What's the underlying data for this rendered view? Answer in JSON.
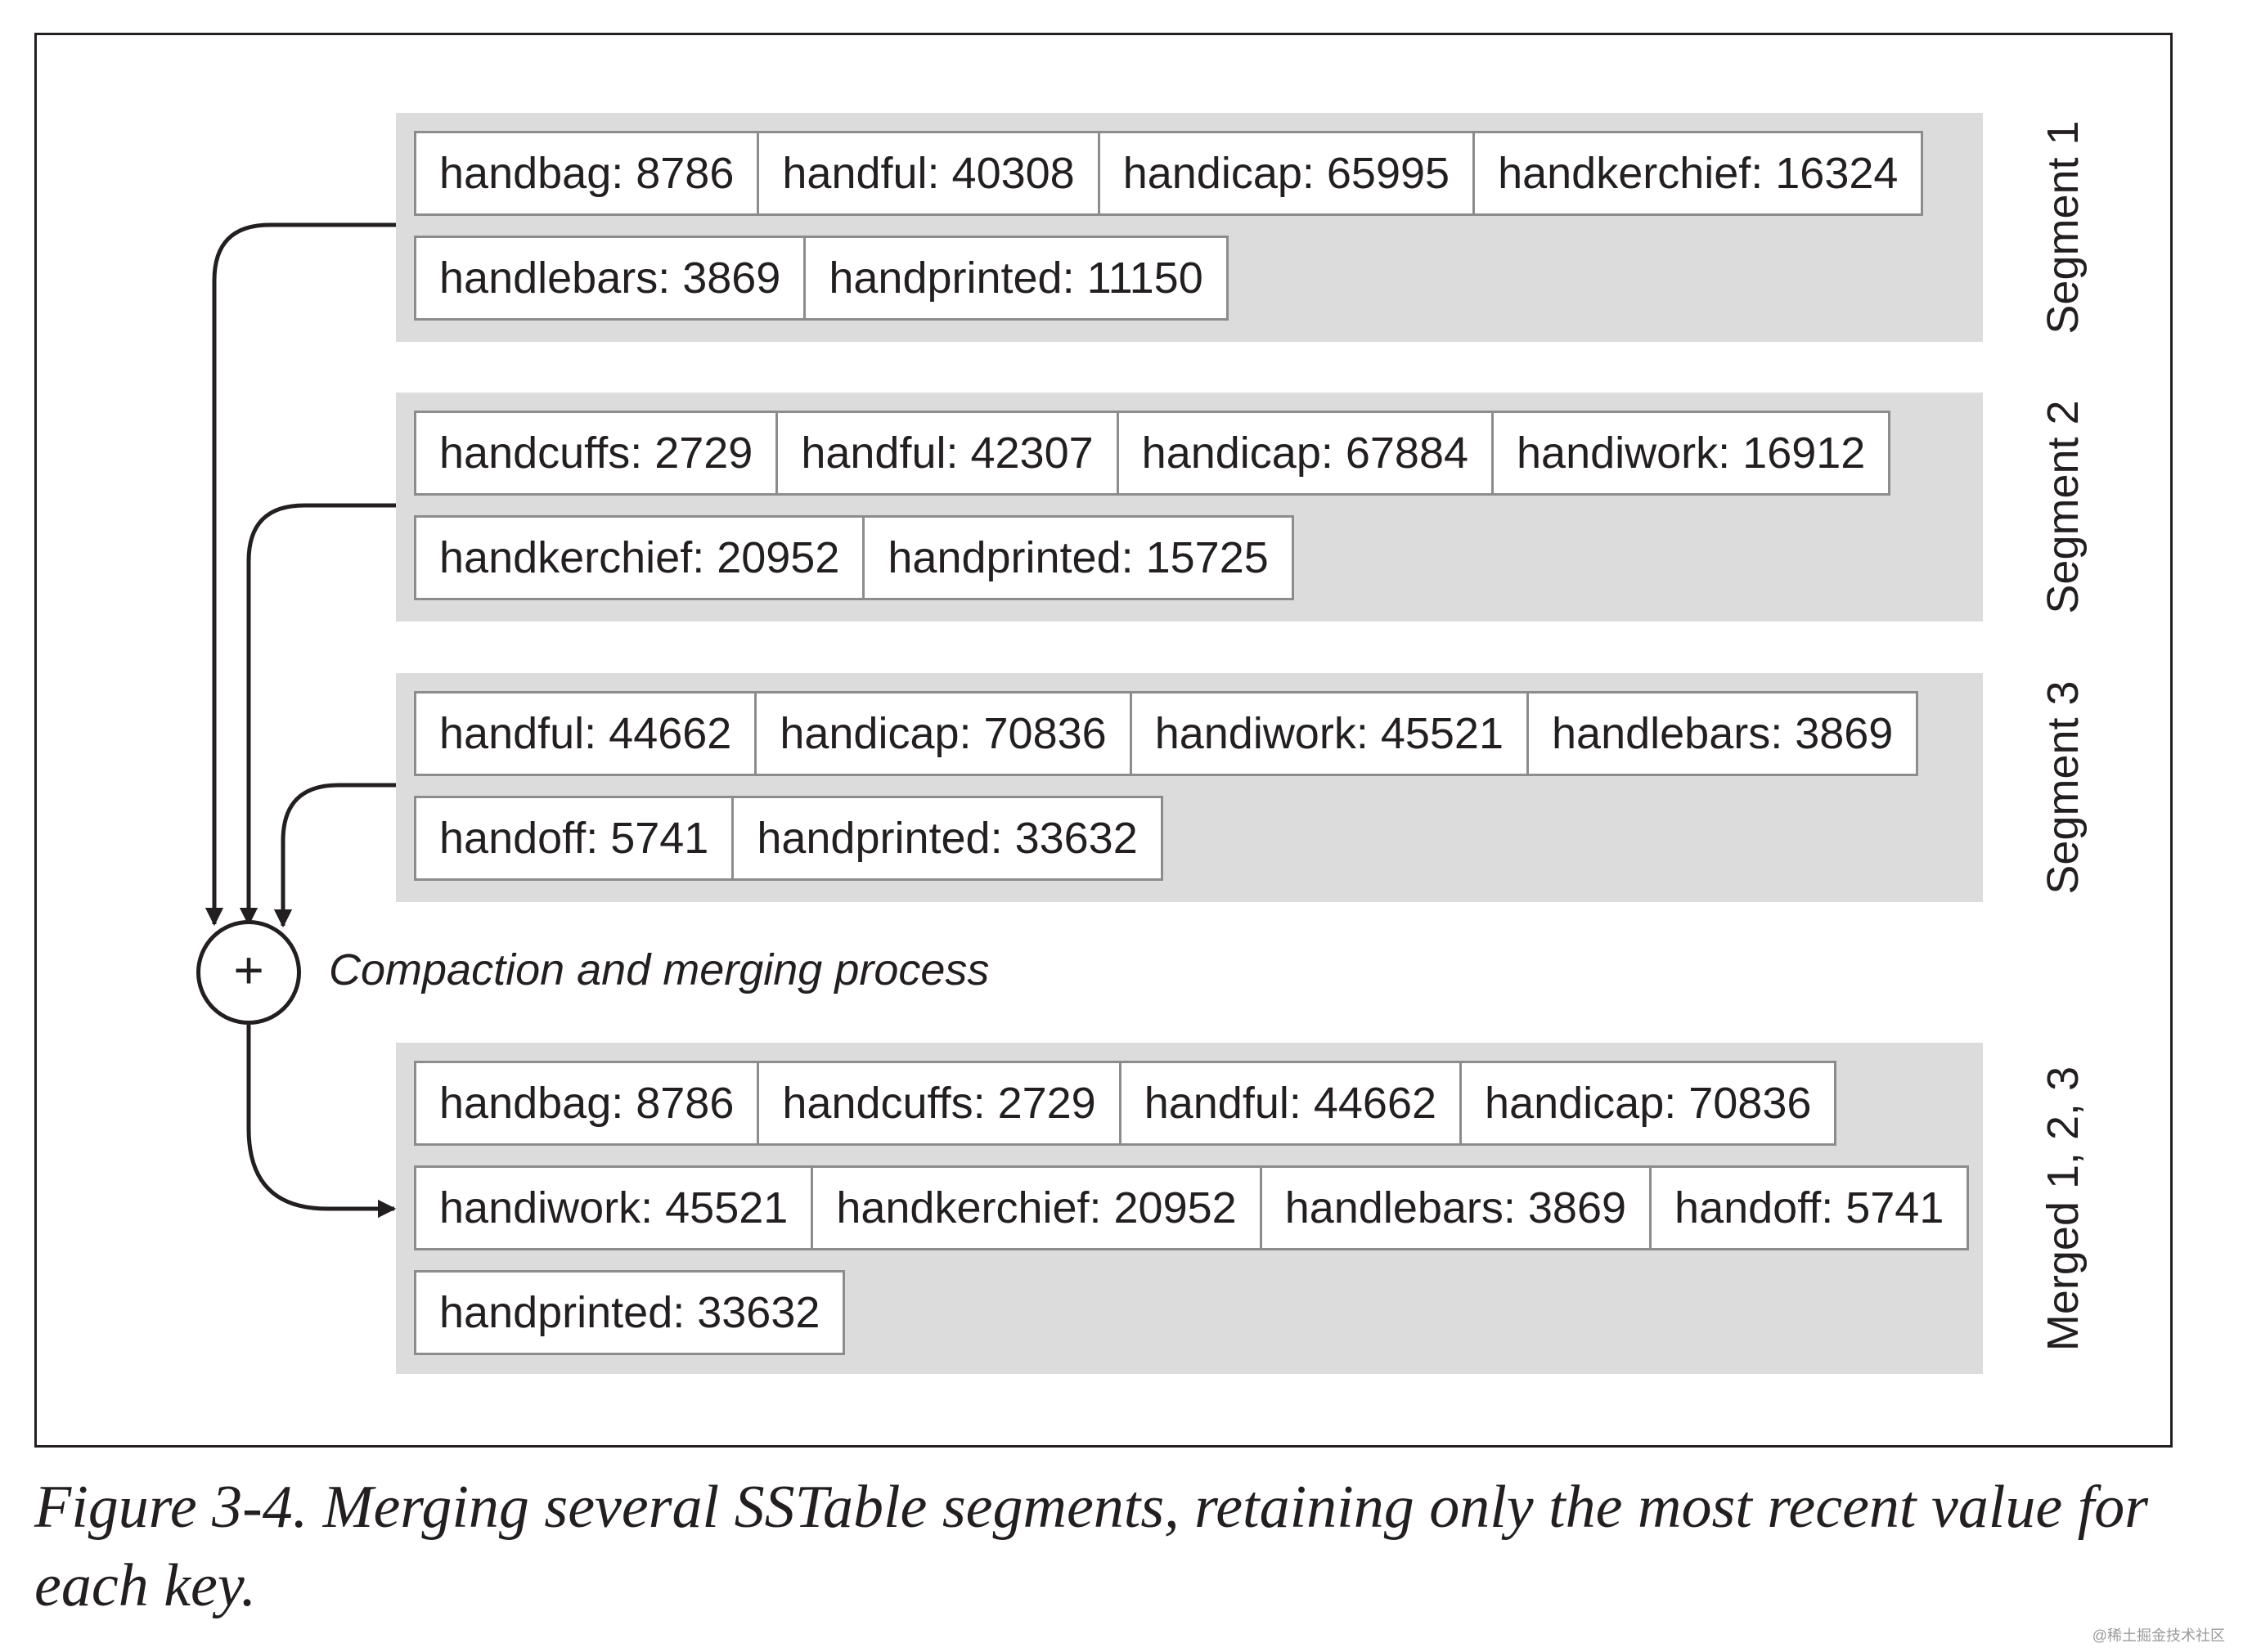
{
  "segments": [
    {
      "label": "Segment 1",
      "rows": [
        [
          "handbag: 8786",
          "handful: 40308",
          "handicap: 65995",
          "handkerchief: 16324"
        ],
        [
          "handlebars: 3869",
          "handprinted: 11150"
        ]
      ]
    },
    {
      "label": "Segment 2",
      "rows": [
        [
          "handcuffs: 2729",
          "handful: 42307",
          "handicap: 67884",
          "handiwork: 16912"
        ],
        [
          "handkerchief: 20952",
          "handprinted: 15725"
        ]
      ]
    },
    {
      "label": "Segment 3",
      "rows": [
        [
          "handful: 44662",
          "handicap: 70836",
          "handiwork: 45521",
          "handlebars: 3869"
        ],
        [
          "handoff: 5741",
          "handprinted: 33632"
        ]
      ]
    }
  ],
  "merged": {
    "label": "Merged 1, 2, 3",
    "rows": [
      [
        "handbag: 8786",
        "handcuffs: 2729",
        "handful: 44662",
        "handicap: 70836"
      ],
      [
        "handiwork: 45521",
        "handkerchief: 20952",
        "handlebars: 3869",
        "handoff: 5741"
      ],
      [
        "handprinted: 33632"
      ]
    ]
  },
  "merge_symbol": "+",
  "process_label": "Compaction and merging process",
  "caption": "Figure 3-4. Merging several SSTable segments, retaining only the most recent value for each key.",
  "watermark": "@稀土掘金技术社区"
}
